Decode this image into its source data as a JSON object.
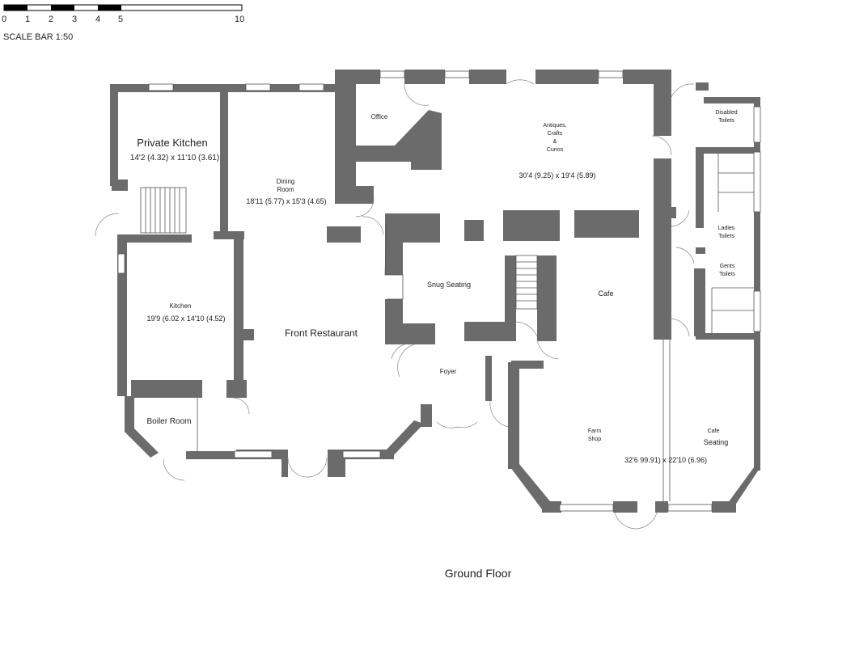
{
  "scale_bar": {
    "ticks": [
      "0",
      "1",
      "2",
      "3",
      "4",
      "5",
      "10"
    ],
    "label": "SCALE BAR 1:50"
  },
  "floor_title": "Ground Floor",
  "rooms": {
    "private_kitchen": {
      "name": "Private Kitchen",
      "dims": "14'2 (4.32) x 11'10 (3.61)"
    },
    "dining_room": {
      "name_line1": "Dining",
      "name_line2": "Room",
      "dims": "18'11 (5.77) x 15'3 (4.65)"
    },
    "kitchen": {
      "name": "Kitchen",
      "dims": "19'9 (6.02 x 14'10 (4.52)"
    },
    "boiler_room": {
      "name": "Boiler Room"
    },
    "front_restaurant": {
      "name": "Front Restaurant"
    },
    "office": {
      "name": "Office"
    },
    "antiques": {
      "line1": "Antiques,",
      "line2": "Crafts",
      "line3": "&",
      "line4": "Curios",
      "dims": "30'4 (9.25) x 19'4 (5.89)"
    },
    "snug_seating": {
      "name": "Snug Seating"
    },
    "cafe": {
      "name": "Cafe"
    },
    "foyer": {
      "name": "Foyer"
    },
    "farm_shop": {
      "line1": "Farm",
      "line2": "Shop",
      "dims": "32'6 99.91) x 22'10 (6.96)"
    },
    "cafe_seating": {
      "line1": "Cafe",
      "line2": "Seating"
    },
    "disabled_toilets": {
      "line1": "Disabled",
      "line2": "Toilets"
    },
    "ladies_toilets": {
      "line1": "Ladies",
      "line2": "Toilets"
    },
    "gents_toilets": {
      "line1": "Gents",
      "line2": "Toilets"
    }
  }
}
